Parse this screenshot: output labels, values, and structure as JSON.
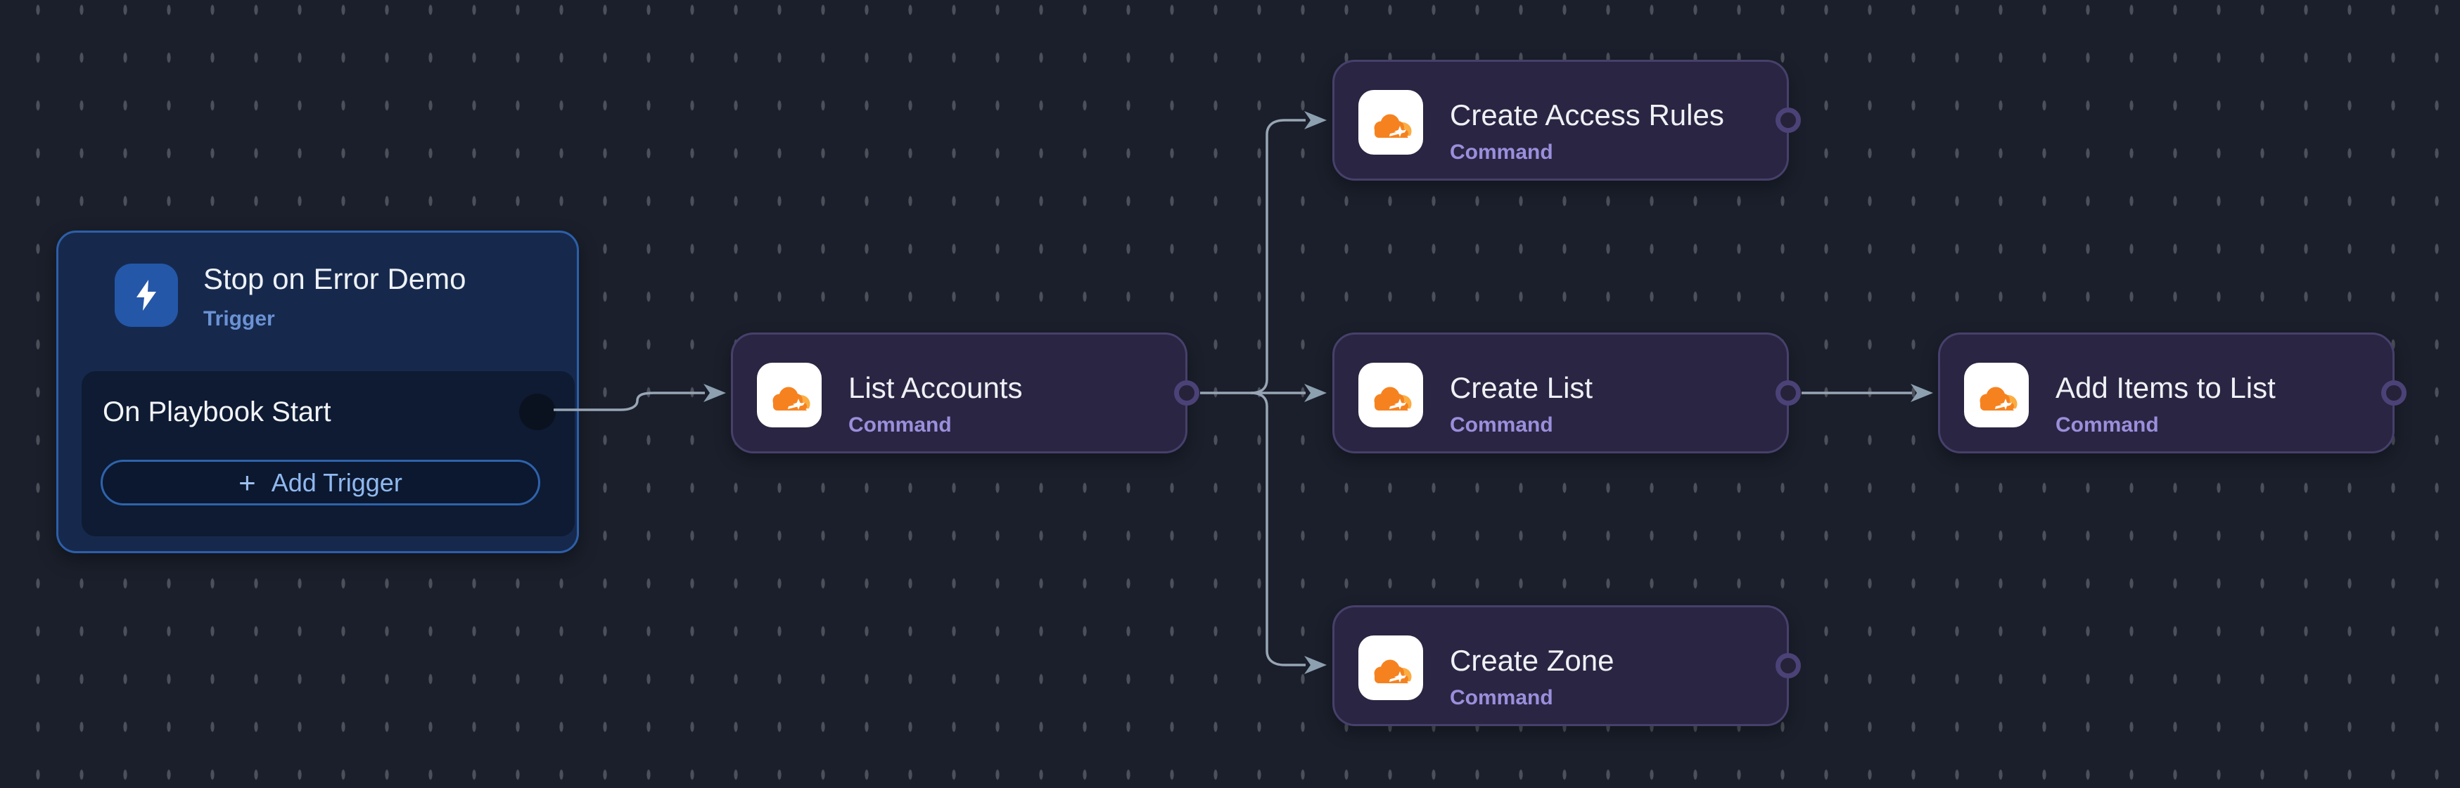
{
  "canvas": {
    "background_color": "#1a1f2b",
    "grid_tick_color": "#7d818a",
    "edge_color": "#98a5b4"
  },
  "trigger_node": {
    "title": "Stop on Error Demo",
    "type_label": "Trigger",
    "icon": "lightning-bolt-icon",
    "icon_color": "#2457a8",
    "event_label": "On Playbook Start",
    "add_trigger_button": {
      "plus": "+",
      "label": "Add Trigger"
    },
    "accent_color": "#2d5fa8",
    "label_color": "#6b92d4"
  },
  "command_nodes": [
    {
      "title": "List Accounts",
      "type_label": "Command",
      "icon": "cloudflare-icon"
    },
    {
      "title": "Create Access Rules",
      "type_label": "Command",
      "icon": "cloudflare-icon"
    },
    {
      "title": "Create List",
      "type_label": "Command",
      "icon": "cloudflare-icon"
    },
    {
      "title": "Create Zone",
      "type_label": "Command",
      "icon": "cloudflare-icon"
    },
    {
      "title": "Add Items to List",
      "type_label": "Command",
      "icon": "cloudflare-icon"
    }
  ],
  "command_style": {
    "node_color": "#2a2542",
    "border_color": "#46406b",
    "type_label_color": "#9a8fdc",
    "brand_orange": "#f6821f",
    "brand_orange_light": "#fbad41"
  },
  "edges": [
    {
      "from": "On Playbook Start",
      "to": "List Accounts"
    },
    {
      "from": "List Accounts",
      "to": "Create Access Rules"
    },
    {
      "from": "List Accounts",
      "to": "Create List"
    },
    {
      "from": "List Accounts",
      "to": "Create Zone"
    },
    {
      "from": "Create List",
      "to": "Add Items to List"
    }
  ]
}
